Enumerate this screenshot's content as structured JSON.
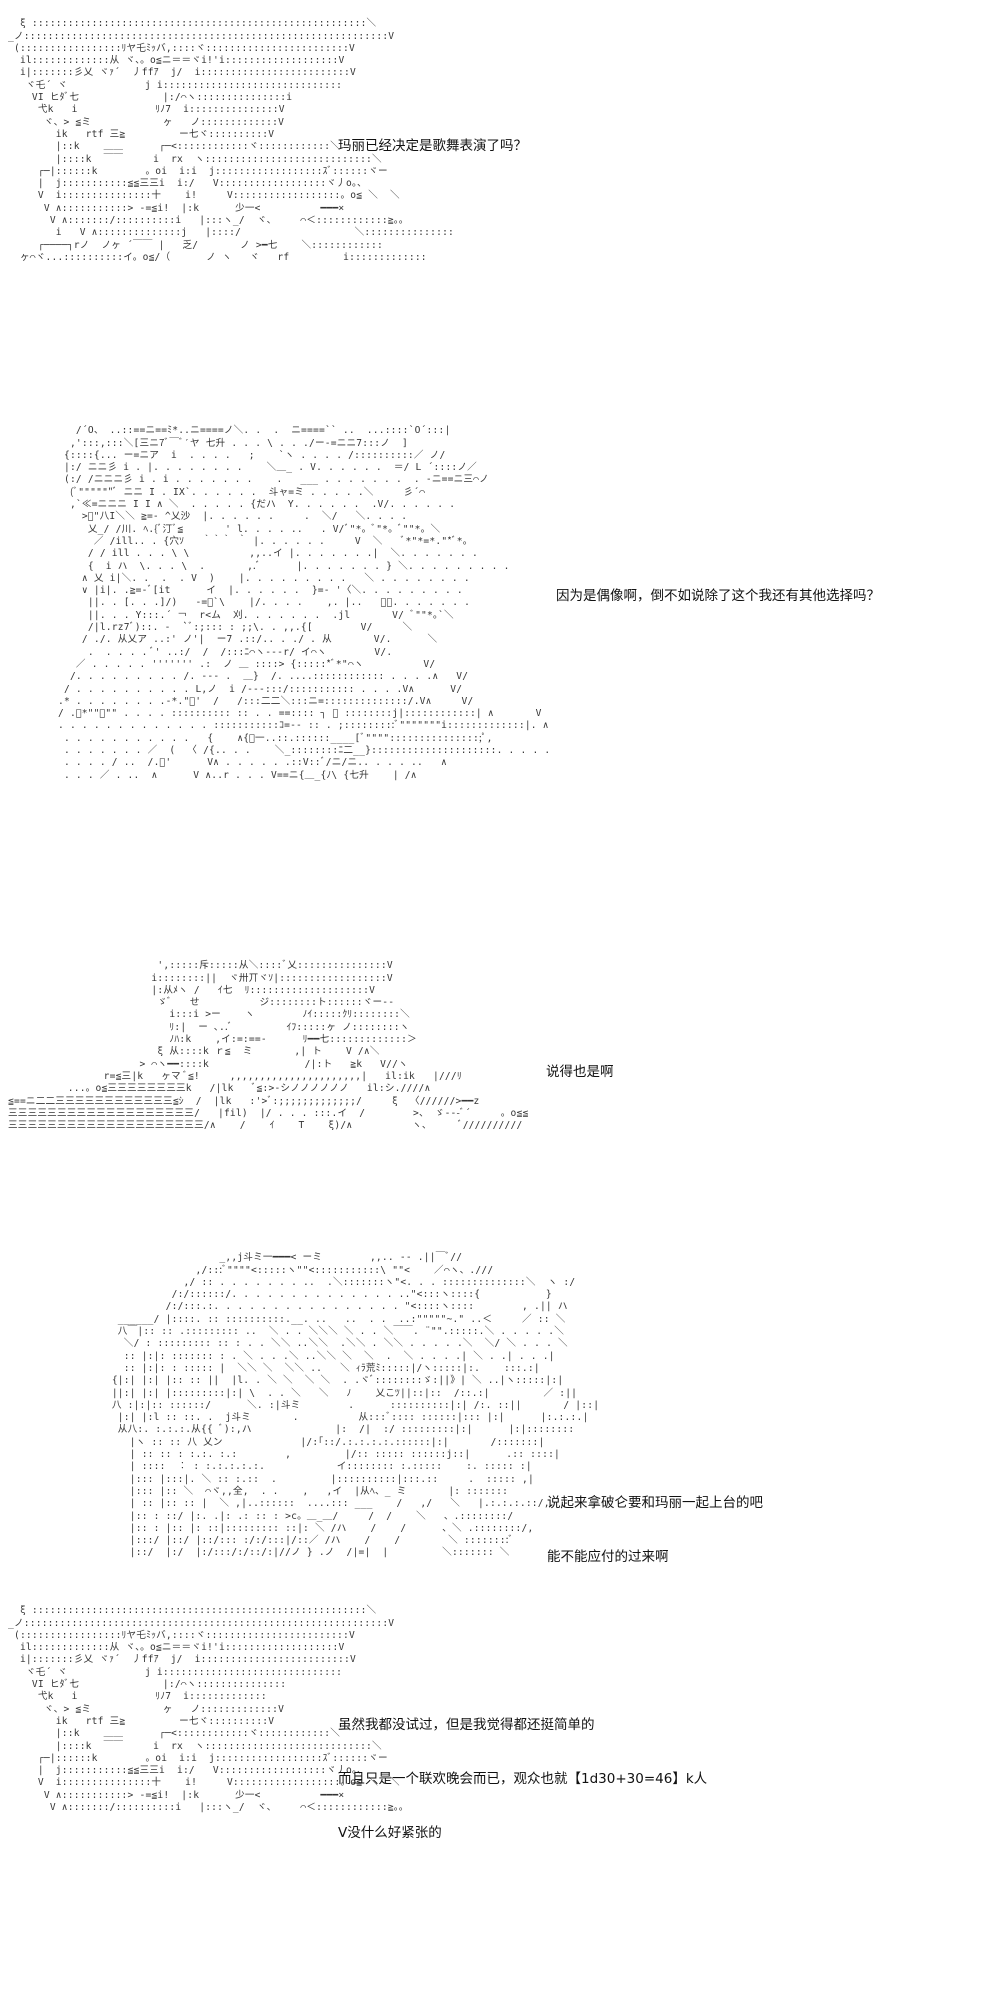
{
  "panels": [
    {
      "dialog": [
        "玛丽已经决定是歌舞表演了吗？"
      ],
      "art": [
        "  ξ ::::::::::::::::::::::::::::::::::::::::::::::::::::::::＼",
        "_ノ:::::::::::::::::::::::::::::::::::::::::::::::::::::::::::::V",
        " (:::::::::::::::::ﾘヤ乇ﾐｯバ,::::ヾ::::::::::::::::::::::::V",
        "  il:::::::::::::从 ヾ、。o≦ニ＝＝ヾi!'i:::::::::::::::::::V",
        "  i|:::::::彡乂 ヾｧ´  丿ffｱ  j/  i:::::::::::::::::::::::::V",
        "   ヾ乇´ ヾ             j i::::::::::::::::::::::::::::::",
        "    VI ヒﾀﾞ七              |:/⌒ヽ:::::::::::::::i",
        "     弋k   i             ﾘﾉ7  i:::::::::::::::V",
        "      ヾ、> ≦ミ            ヶ   ノ:::::::::::::V",
        "        ik   rtf 三≧         ー七ヾ::::::::::V",
        "        |::k    ＿＿      ┌─<::::::::::::ヾ::::::::::::＼",
        "        |::::k  ￣￣     i  rx  ヽ::::::::::::::::::::::::::::＼",
        "     ┌─|::::::k        。oi  i:i  j::::::::::::::::::ｽﾞ::::::ヾー",
        "     |  j:::::::::::≦≦三三i  i:/   V::::::::::::::::::ヾ丿o。、",
        "     V  i:::::::::::::::十    i!     V::::::::::::::::::。o≦ ＼  ＼",
        "      V ∧:::::::::::> -=≦i!  |:k      少一<          ━━━×",
        "       V ∧:::::::/::::::::::i   |:::ヽ_/  ヾ、    ⌒＜::::::::::::≧。。",
        "        i   V ∧::::::::::::::j   |::::/                   ＼:::::::::::::::",
        "     ┌────┐rノ  ノヶ ´￣￣ |   乏/       ノ >━七    ＼::::::::::::",
        "  ヶ⌒ヾ...::::::::::イ。o≦/（      ノ ヽ   ヾ   rf         i:::::::::::::"
      ]
    },
    {
      "dialog": [
        "因为是偶像啊，倒不如说除了这个我还有其他选择吗？"
      ],
      "art": [
        "   /´O、 ..::==ニ==ﾐ*..ニ====ノ＼. .  .  ニ====`` ..  ...::::`O´:::|",
        "  ,':::,:::＼[三ニ7ﾞ￣ﾞ′ヤ 七升 . . . \\ . . ./ー-=ニニ7:::ノ  ]",
        " {::::{... ー=ニア  i  . . . .   ;    `ヽ . . . . /::::::::::／ ノ/",
        " |:/ ニニ彡 i . |. . . . . . . .    ＼＿_ . V. . . . . .  ＝/ L ´::::ノ／",
        " (:/ /ニニニ彡 i . i . . . . . . .    .   ___ . . . . . . .  . -ニ==ニ三⌒ノ",
        "  (ﾞ\"\"\"\"\"\"ﾞ ニニ I . IX`. . . . . .  斗ャ=ミ . . . . .＼     彡´⌒",
        "  ,`≪=ニニニ I I ∧ ＼  . . . . . {だハ  Y. . . . . .  .V/. . . . . .",
        "    >ﾞ\"八I＼＼ ≧=- ^乂沙  |. . . . . .     .  ＼/   ＼. . . .",
        "     乂_/ /川. ﾍ.{ﾞ汀ﾞ≦       ' l. . . . ..   . V/ﾞ\"*。ﾞ\"*。ﾞ\"\"*。＼",
        "      ／ /ill.. . {穴ｿ   ｀｀｀ ｀ |. . . . . .     V  ＼   ﾞ*\"*=*.\"*ﾞ*。",
        "     / / ill . . . \\ \\          ,,..イ |. . . . . . .|  ＼. . . . . . .",
        "     {  i ハ  \\. . . \\  .       ,.ﾞ      |. . . . . . . } ＼. . . . . . . . .",
        "    ∧ 乂 i|＼. .  .  . V  )    |. . . . . . . . .   ＼ . . . . . . . .",
        "    ∨ |i|. .≧=-ﾞ[it      イ  |. . . . . .  }=- '〈＼. . . . . . . . .",
        "     ||. . [. . .]/)   -=ﾞ`\\    |/. . . .    ,. |..   ＼＼. . . . . . .",
        "     ||. . . Y:::.´ ￢  r<ム  刈. . . . . . .  .jl       V/ ﾞ\"\"*｡`＼",
        "     /|l.rz7ﾞ)::. -  `ﾞ:;::: : ;;\\. . ,,.{[        V/     ＼",
        "    / ./. 从乂ア ..:' ノ'|  ー7 .::/.. . ./ . 从       V/.      ＼",
        "     .  . . . . ﾞ' ..:/  /  /:::ﾆ⌒ヽ---r/ イ⌒ヽ        V/.",
        "   ／ . . . . . ''''''' .:  ノ ＿ ::::> {:::::*ﾞ*\"⌒ヽ          V/",
        "  /. . . . . . . . . /. --- .  ＿}  /. ....:::::::::::: . . . .∧   V/",
        " / . . . . . . . . . . L,ノ  i /---:::/::::::::::: . . . .V∧      V/",
        ".* . . . . . . . .-*.\"ﾞ'  /   /:::二二＼:::ニ=::::::::::::::/.V∧     V/",
        "/ .ﾞ*\"\"ﾞ\"\" . . . . :::::::::: :: . . ==:::: ┐ ＼ ::::::::j|::::::::::::| ∧       V",
        ". . . . . . . . . . . . . :::::::::::ｺ=-- :: . ;:::::::::ﾞ\"\"\"\"\"\"\"i:::::::::::::|. ∧",
        " . . . . . . . . . . .   {    ∧{ﾞ一..::.::::::____[ﾞ\"\"\"\":::::::::::::::;ﾟ,",
        " . . . . . . . ／  (  〈 /{.. . .    ＼_::::::::ﾆ二__}:::::::::::::::::::::. . . . .",
        " . . . . / ..  /.ﾞ'      V∧ . . . . . .::V::ﾞ/ニ/ニ.. . . . ..   ∧",
        " . . . ／ . ..  ∧      V ∧..r . . . V==ニ{＿_{ﾉ\\ {七升    | /∧"
      ]
    },
    {
      "dialog": [
        "说得也是啊"
      ],
      "art": [
        "                         ',:::::斥:::::从＼::::ﾞ乂:::::::::::::::V",
        "                        i::::::::||  ヾ卅丌ヾｿ|::::::::::::::::::V",
        "                        |:从ﾒヽ /   ｲ七  ﾘ::::::::::::::::::::V",
        "                         ゞﾞ   せ          ジ::::::::ト::::::ヾー‐‐",
        "                           i:::i >ー    ヽ        ﾉｲ:::::ｸﾘ::::::::＼",
        "                           ﾘ:|  ー ､..ﾞ         ｲﾌ:::::ヶ ノ::::::::ヽ",
        "                           ﾉﾊ:k    ,イ:=:==-      ﾘ━━七:::::::::::::＞",
        "                         ξ 从::::k ｒ≦  ミ       ,| ト    V /∧＼",
        "                      > ⌒ヽ━━::::k                /|:ト   ≧k   V//ヽ",
        "                r=≦三|k   ヶマ ﾞ≦!     ,,,,,,,,,,,,,,,,,,,,,,|   il:ik   |///ﾘ",
        "          ...。o≦三三三三三三三三k   /|lk   ﾞ≦:>-シノノノノノノ   il:シ.////∧",
        "≦==ニ二二三三三三三三三三三三三三≦ｼ  /  |lk   :'>ﾞ:;;;;;;;;;;;;;/     ξ  〈//////>━━z",
        "三三三三三三三三三三三三三三三三三三三/   |fil)  |/ . . . :::.イ  /        >、 ゞ---ﾞ´     。o≦≦",
        "三三三三三三三三三三三三三三三三三三三三/∧    /    ｲ    T    ξ)/∧          ヽ、     ﾞ//////////"
      ]
    },
    {
      "dialog": [
        "说起来拿破仑要和玛丽一起上台的吧",
        "能不能应付的过来啊"
      ],
      "art": [
        "                         _,,j斗ミ一━━━< ーミ        ,,.. ‐‐ .||￣ﾞ//",
        "                     ,/:::ﾞ\"\"\"\"<:::::ヽ\"\"<:::::::::::\\ \"\"<    ／⌒ヽ、.///",
        "                   ,/ :: . . . . . . . ..  .＼:::::::ヽ\"<. . . ::::::::::::::＼  ヽ :/",
        "                 /:/::::::/. . . . . . . . . . . . . . ..\"<:::ヽ::::{           }",
        "                /:/:::.:. . . . . . . . . . . . . . . . \"<::::ヽ::::        , .|| ハ",
        "        ______/ |::::. :: ::::::::::.__. ..   ..  . .  ..:\"\"\"\"\"~.\" ..＜     ／ :: ＼",
        "        八￣|:: :: .::::::::: ..  ＼ . . ＼＼＼ ＼ . . ＼￣￣. ¨\"\".:::::.＼ . . . . .＼",
        "         ＼/ : ::::::::: :: : . . ＼＼ ..＼＼  .＼＼ . ＼＼ . . . . .＼  ＼/ ＼ . . . ＼",
        "         :: |:|: ::::::: : . ＼ . . .＼ ..＼＼ ＼  ＼  .  ＼ . . . .| ＼ . .| . . .|",
        "         :: |:|: : ::::: |  ＼＼ ＼  ＼＼ ..   ＼ ｨﾗ荒ﾐ:::::|/ヽ:::::|:.    :::.:|",
        "       {|:| |:| |:: :: ||  |l. . ＼ ＼  ＼ ＼  . .ヾﾞ::::::::ゞ:||》| ＼ ..|ヽ:::::|:|",
        "       ||:| |:| |:::::::::|:| \\  . . ＼   ＼   ﾉ    乂こﾂ||::|::  /::.:|         ／ :||",
        "       八 :|:|:: ::::::/      ＼. :|斗ミ        .      ::::::::::|:| /:. ::||       / |::|",
        "        |:| |:l :: ::. .  j斗ミ       .          从:::ﾞ:::: ::::::|::: |:|      |:.:.:.|",
        "        从八:. :.:.:.从{{ ﾞ):,ハ              |:  /|  :/ :::::::::|:|      |:|::::::::",
        "          |ヽ :: :: 八 乂ン             |/:｢::/.:.:.:.:.::::::|:|       /:::::::|",
        "          | :: :: : :.:. :.:        ,         |/:: ::::: ::::::j::|      .:: ::::|",
        "          | ::::  ︰ : :.:.:.:.:.            イ:::::::: :.:::::    :. ::::: :|",
        "          |::: |:::|. ＼ :: :.::  .         |::::::::::|:::.::     .  ::::: ,|",
        "          |::: |:: ＼  ⌒ヾ,,全,  . .    ,   ,イ  |从ﾍ、_ ミ       |: :::::::",
        "          | :: |:: :: |  ＼ ,|..::::::  ....::: ___    /   ,/   ＼   |.:.:.:.::/,",
        "          |:: : ::/ |:. .|: .: :: : >c。＿_＿/     /  /    ＼   、.::::::::/",
        "          |:: : |:: |: ::|::::::::: ::|: ＼ /ハ    /    /      、＼ .::::::::/,",
        "          |:::/ |::/ |::/::: :/:/:::|/::／ /ハ    /    /        ＼ ::::::::ﾞ",
        "          |::/  |:/  |:/:::/:/::/:|//ノ } .ノ  /|=|  |         ＼::::::: ＼"
      ]
    },
    {
      "dialog": [
        "虽然我都没试过，但是我觉得都还挺简单的",
        "而且只是一个联欢晚会而已，观众也就【1d30+30=46】k人",
        "V没什么好紧张的"
      ],
      "art": [
        "  ξ ::::::::::::::::::::::::::::::::::::::::::::::::::::::::＼",
        "_ノ:::::::::::::::::::::::::::::::::::::::::::::::::::::::::::::V",
        " (:::::::::::::::::ﾘヤ乇ﾐｯバ,::::ヾ::::::::::::::::::::::::V",
        "  il:::::::::::::从 ヾ、。o≦ニ＝＝ヾi!'i:::::::::::::::::::V",
        "  i|:::::::彡乂 ヾｧ´  丿ffｱ  j/  i:::::::::::::::::::::::::V",
        "   ヾ乇´ ヾ             j i::::::::::::::::::::::::::::::",
        "    VI ヒﾀﾞ七              |:/⌒ヽ:::::::::::::::",
        "     弋k   i             ﾘﾉ7  i:::::::::::::",
        "      ヾ、> ≦ミ            ヶ   ノ:::::::::::::V",
        "        ik   rtf 三≧         ー七ヾ::::::::::V",
        "        |::k    ＿＿      ┌─<::::::::::::ヾ::::::::::::＼",
        "        |::::k  ￣￣     i  rx  ヽ::::::::::::::::::::::::::::＼",
        "     ┌─|::::::k        。oi  i:i  j::::::::::::::::::ｽﾞ::::::ヾー",
        "     |  j:::::::::::≦≦三三i  i:/   V::::::::::::::::::ヾ丿o。、",
        "     V  i:::::::::::::::十    i!     V::::::::::::::::::。o≦ ＼  ＼",
        "      V ∧:::::::::::> -=≦i!  |:k      少一<          ━━━×",
        "       V ∧:::::::/::::::::::i   |:::ヽ_/  ヾ、    ⌒＜::::::::::::≧。。"
      ]
    }
  ]
}
